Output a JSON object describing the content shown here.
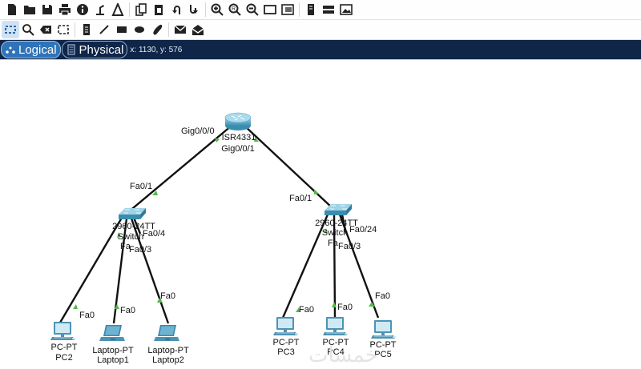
{
  "toolbar_primary": {
    "buttons": [
      {
        "name": "new-file-icon"
      },
      {
        "name": "open-folder-icon"
      },
      {
        "name": "save-icon"
      },
      {
        "name": "print-icon"
      },
      {
        "name": "info-icon"
      },
      {
        "name": "activity-wizard-icon"
      },
      {
        "name": "pdu-icon"
      },
      {
        "name": "copy-icon"
      },
      {
        "name": "paste-icon"
      },
      {
        "name": "undo-icon"
      },
      {
        "name": "redo-icon"
      },
      {
        "name": "zoom-in-icon"
      },
      {
        "name": "zoom-reset-icon"
      },
      {
        "name": "zoom-out-icon"
      },
      {
        "name": "window-icon"
      },
      {
        "name": "palette-icon"
      },
      {
        "name": "custom-device-icon"
      },
      {
        "name": "cluster-icon"
      },
      {
        "name": "image-icon"
      }
    ]
  },
  "toolbar_secondary": {
    "buttons": [
      {
        "name": "select-icon"
      },
      {
        "name": "inspect-icon"
      },
      {
        "name": "delete-icon"
      },
      {
        "name": "resize-icon"
      },
      {
        "name": "note-icon"
      },
      {
        "name": "line-icon"
      },
      {
        "name": "rectangle-icon"
      },
      {
        "name": "ellipse-icon"
      },
      {
        "name": "freeform-icon"
      },
      {
        "name": "simple-pdu-icon"
      },
      {
        "name": "complex-pdu-icon"
      }
    ]
  },
  "modebar": {
    "logical_label": "Logical",
    "physical_label": "Physical",
    "coords": "x: 1130, y: 576"
  },
  "topology": {
    "router": {
      "model": "ISR4331",
      "port_left": "Gig0/0/0",
      "port_right": "Gig0/0/1"
    },
    "switch_left": {
      "model": "2960-24TT",
      "name": "Switch",
      "uplink": "Fa0/1",
      "port_a": "Fa0/4",
      "port_b": "Fa0/3",
      "port_c": "Fa"
    },
    "switch_right": {
      "model": "2960-24TT",
      "name": "Switch",
      "uplink": "Fa0/1",
      "port_a": "Fa0/24",
      "port_b": "Fa0/3",
      "port_c": "Fa"
    },
    "end_devices": [
      {
        "type": "PC-PT",
        "name": "PC2",
        "port": "Fa0"
      },
      {
        "type": "Laptop-PT",
        "name": "Laptop1",
        "port": "Fa0"
      },
      {
        "type": "Laptop-PT",
        "name": "Laptop2",
        "port": "Fa0"
      },
      {
        "type": "PC-PT",
        "name": "PC3",
        "port": "Fa0"
      },
      {
        "type": "PC-PT",
        "name": "PC4",
        "port": "Fa0"
      },
      {
        "type": "PC-PT",
        "name": "PC5",
        "port": "Fa0"
      }
    ],
    "watermark": "خمسات"
  }
}
